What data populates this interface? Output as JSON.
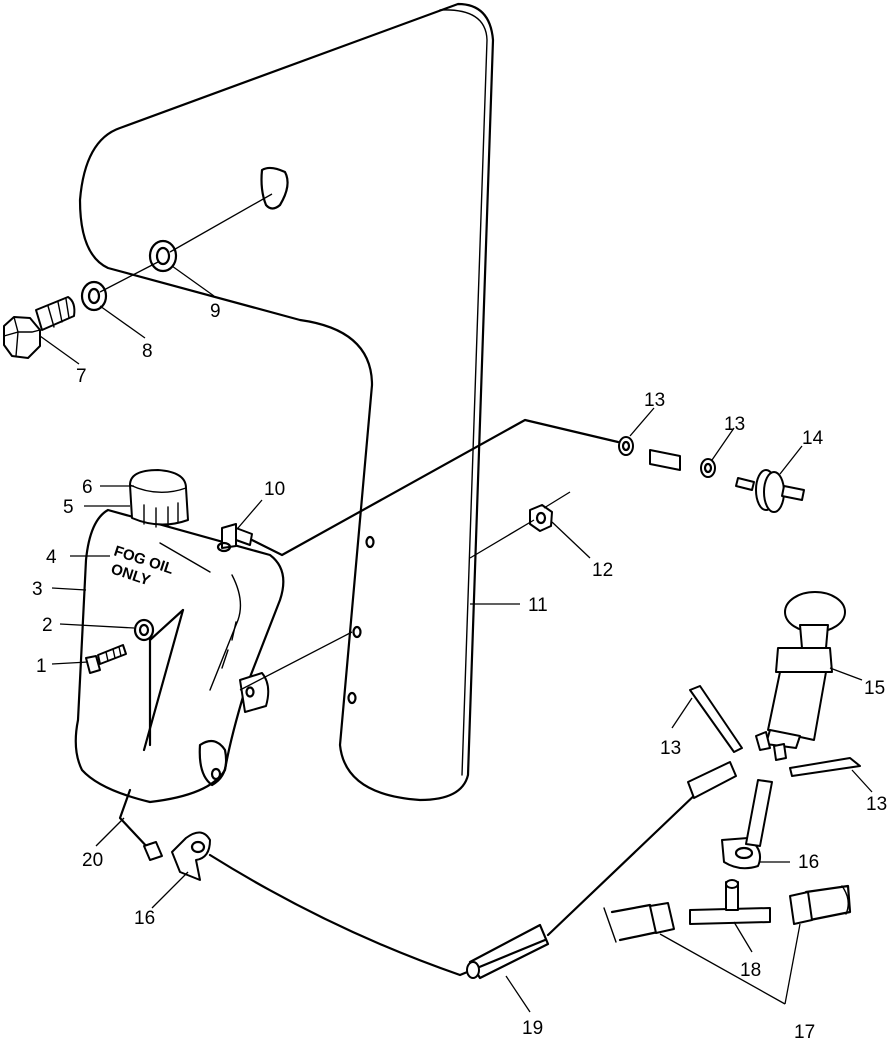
{
  "decal_text": {
    "line1": "FOG OIL",
    "line2": "ONLY"
  },
  "callouts": [
    {
      "id": "c1",
      "label": "1"
    },
    {
      "id": "c2",
      "label": "2"
    },
    {
      "id": "c3",
      "label": "3"
    },
    {
      "id": "c4",
      "label": "4"
    },
    {
      "id": "c5",
      "label": "5"
    },
    {
      "id": "c6",
      "label": "6"
    },
    {
      "id": "c7",
      "label": "7"
    },
    {
      "id": "c8",
      "label": "8"
    },
    {
      "id": "c9",
      "label": "9"
    },
    {
      "id": "c10",
      "label": "10"
    },
    {
      "id": "c11",
      "label": "11"
    },
    {
      "id": "c12",
      "label": "12"
    },
    {
      "id": "c13a",
      "label": "13"
    },
    {
      "id": "c13b",
      "label": "13"
    },
    {
      "id": "c13c",
      "label": "13"
    },
    {
      "id": "c13d",
      "label": "13"
    },
    {
      "id": "c14",
      "label": "14"
    },
    {
      "id": "c15",
      "label": "15"
    },
    {
      "id": "c16a",
      "label": "16"
    },
    {
      "id": "c16b",
      "label": "16"
    },
    {
      "id": "c17",
      "label": "17"
    },
    {
      "id": "c18",
      "label": "18"
    },
    {
      "id": "c19",
      "label": "19"
    },
    {
      "id": "c20",
      "label": "20"
    }
  ]
}
